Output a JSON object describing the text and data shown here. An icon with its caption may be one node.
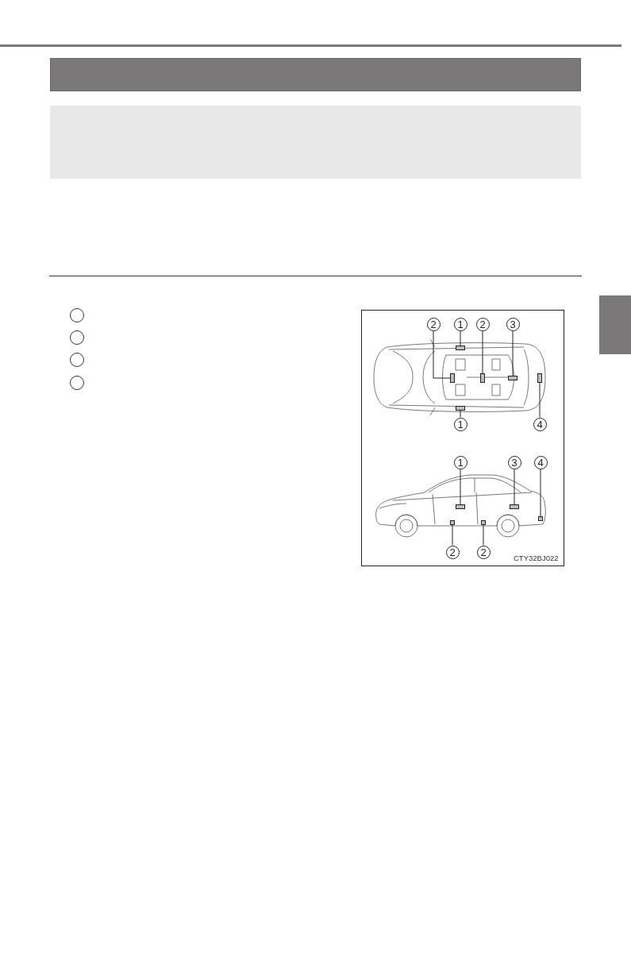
{
  "diagram": {
    "nodes": [
      {
        "text": [],
        "shape": "circle"
      },
      {
        "text": [],
        "shape": "circle"
      },
      {
        "text": [],
        "shape": "circle"
      },
      {
        "text": [],
        "shape": "circle"
      },
      {
        "text": [
          "2"
        ]
      },
      {
        "text": [
          "1"
        ]
      },
      {
        "text": [
          "2"
        ]
      },
      {
        "text": [
          "3"
        ]
      },
      {
        "text": [],
        "shape": "box"
      },
      {
        "text": [],
        "shape": "box"
      },
      {
        "text": [],
        "shape": "box"
      },
      {
        "text": [],
        "shape": "box"
      },
      {
        "text": [],
        "shape": "box"
      },
      {
        "text": [],
        "shape": "box"
      },
      {
        "text": [
          "1"
        ]
      },
      {
        "text": [
          "4"
        ]
      },
      {
        "text": [
          "1"
        ]
      },
      {
        "text": [
          "3"
        ]
      },
      {
        "text": [
          "4"
        ]
      },
      {
        "text": [],
        "shape": "box"
      },
      {
        "text": [],
        "shape": "box"
      },
      {
        "text": [],
        "shape": "box"
      },
      {
        "text": [],
        "shape": "box"
      },
      {
        "text": [],
        "shape": "box"
      },
      {
        "text": [
          "2"
        ]
      },
      {
        "text": [
          "2"
        ]
      },
      {
        "text": [],
        "shape": "bar"
      }
    ],
    "edges": [
      {
        "from": 4,
        "to": 9,
        "arrow": "none"
      },
      {
        "from": 5,
        "to": 8,
        "arrow": "none"
      },
      {
        "from": 6,
        "to": 10,
        "arrow": "none"
      },
      {
        "from": 7,
        "to": 11,
        "arrow": "none"
      },
      {
        "from": 14,
        "to": 13,
        "arrow": "none"
      },
      {
        "from": 15,
        "to": 12,
        "arrow": "none"
      },
      {
        "from": 16,
        "to": 19,
        "arrow": "none"
      },
      {
        "from": 17,
        "to": 20,
        "arrow": "none"
      },
      {
        "from": 18,
        "to": 21,
        "arrow": "none"
      },
      {
        "from": 24,
        "to": 22,
        "arrow": "none"
      },
      {
        "from": 25,
        "to": 23,
        "arrow": "none"
      }
    ],
    "labels": [
      "CTY32BJ022"
    ]
  }
}
